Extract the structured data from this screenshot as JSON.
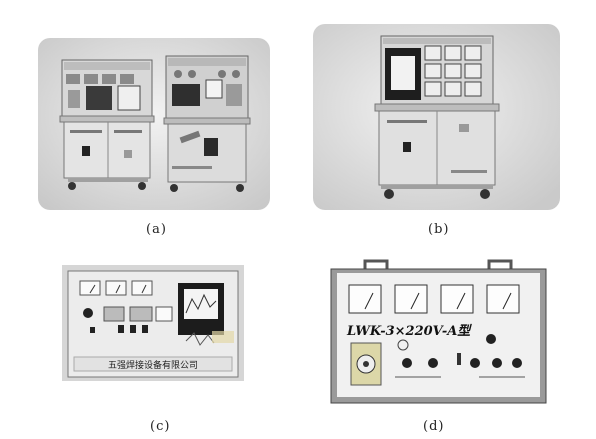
{
  "captions": {
    "a": "(a)",
    "b": "(b)",
    "c": "(c)",
    "d": "(d)"
  },
  "photo_c": {
    "company_label": "五强焊接设备有限公司"
  },
  "photo_d": {
    "model_label": "LWK-3×220V-A型"
  }
}
